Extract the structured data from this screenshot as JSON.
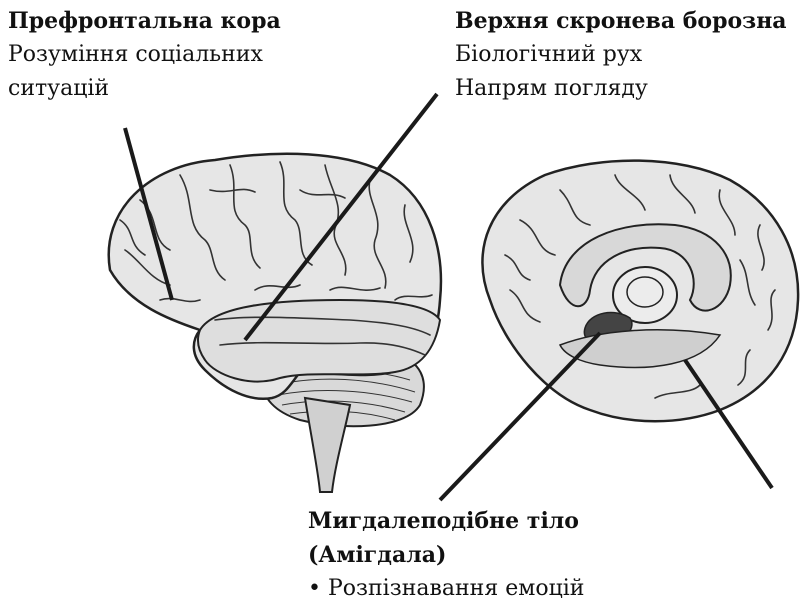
{
  "labels": {
    "prefrontal": {
      "title": "Префронтальна кора",
      "lines": [
        "Розуміння соціальних",
        "ситуацій"
      ]
    },
    "sts": {
      "title": "Верхня скронева борозна",
      "lines": [
        "Біологічний рух",
        "Напрям погляду"
      ]
    },
    "amygdala": {
      "title_lines": [
        "Мигдалеподібне тіло",
        "(Амігдала)"
      ],
      "lines": [
        "• Розпізнавання емоцій"
      ]
    }
  },
  "colors": {
    "brain_fill": "#e6e6e6",
    "brain_shade": "#cfcfcf",
    "outline": "#222222",
    "amygdala_fill": "#444444",
    "background": "#ffffff"
  }
}
